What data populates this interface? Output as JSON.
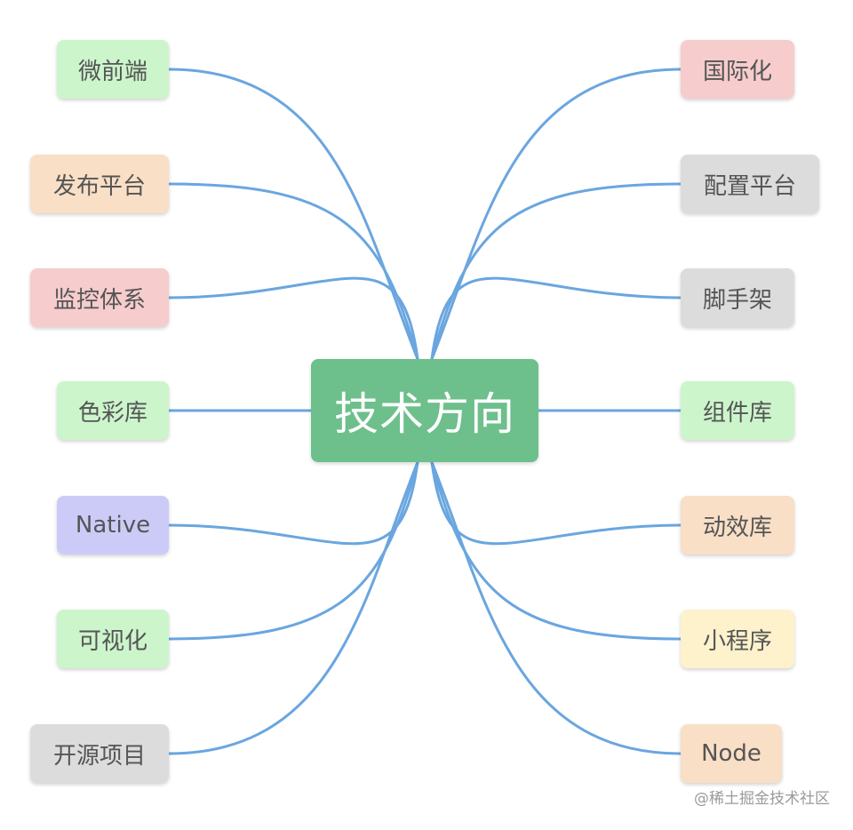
{
  "center": {
    "label": "技术方向",
    "color": "#6dbf8c"
  },
  "edge_color": "#6aa6df",
  "left_nodes": [
    {
      "label": "微前端",
      "color": "#ccf5cc"
    },
    {
      "label": "发布平台",
      "color": "#f8dfc6"
    },
    {
      "label": "监控体系",
      "color": "#f6cccc"
    },
    {
      "label": "色彩库",
      "color": "#ccf5cc"
    },
    {
      "label": "Native",
      "color": "#cccbf8"
    },
    {
      "label": "可视化",
      "color": "#ccf5cc"
    },
    {
      "label": "开源项目",
      "color": "#dcdcdc"
    }
  ],
  "right_nodes": [
    {
      "label": "国际化",
      "color": "#f6cccc"
    },
    {
      "label": "配置平台",
      "color": "#dcdcdc"
    },
    {
      "label": "脚手架",
      "color": "#dcdcdc"
    },
    {
      "label": "组件库",
      "color": "#ccf5cc"
    },
    {
      "label": "动效库",
      "color": "#f8dfc6"
    },
    {
      "label": "小程序",
      "color": "#fdf2cc"
    },
    {
      "label": "Node",
      "color": "#f8dfc6"
    }
  ],
  "watermark": "@稀土掘金技术社区"
}
